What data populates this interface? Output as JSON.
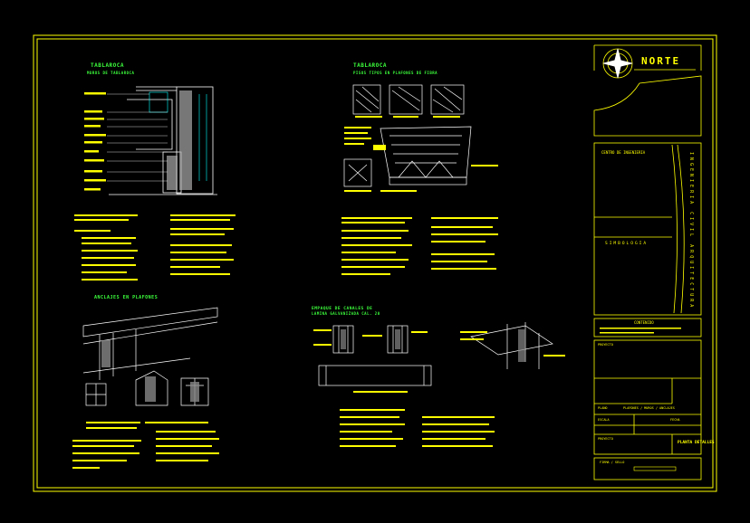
{
  "colors": {
    "background": "#000000",
    "frame": "#ffff00",
    "heading": "#3cff3c",
    "linework": "#ffffff",
    "notes": "#ffff00"
  },
  "sheet": {
    "detail_1": {
      "title": "TABLAROCA",
      "subtitle": "MUROS DE TABLAROCA"
    },
    "detail_2": {
      "title": "TABLAROCA",
      "subtitle": "PISOS TIPOS EN PLAFONES DE FIBRA"
    },
    "detail_3": {
      "title": "ANCLAJES EN PLAFONES"
    },
    "detail_4": {
      "title": "EMPAQUE DE CANALES DE",
      "subtitle": "LAMINA GALVANIZADA CAL. 20"
    }
  },
  "title_block": {
    "logo_text": "NORTE",
    "vertical_text": "INGENIERIA CIVIL ARQUITECTURA",
    "simbologia": "SIMBOLOGIA",
    "contents_heading": "CONTENIDO",
    "plan_label": "PLANO",
    "plan_value": "PLAFONES / MUROS / ANCLAJES",
    "scale_label": "ESCALA",
    "date_label": "FECHA",
    "project_label": "PROYECTO",
    "sheet_code": "PLANTA DETALLES",
    "signature_label": "FIRMA / SELLO"
  }
}
